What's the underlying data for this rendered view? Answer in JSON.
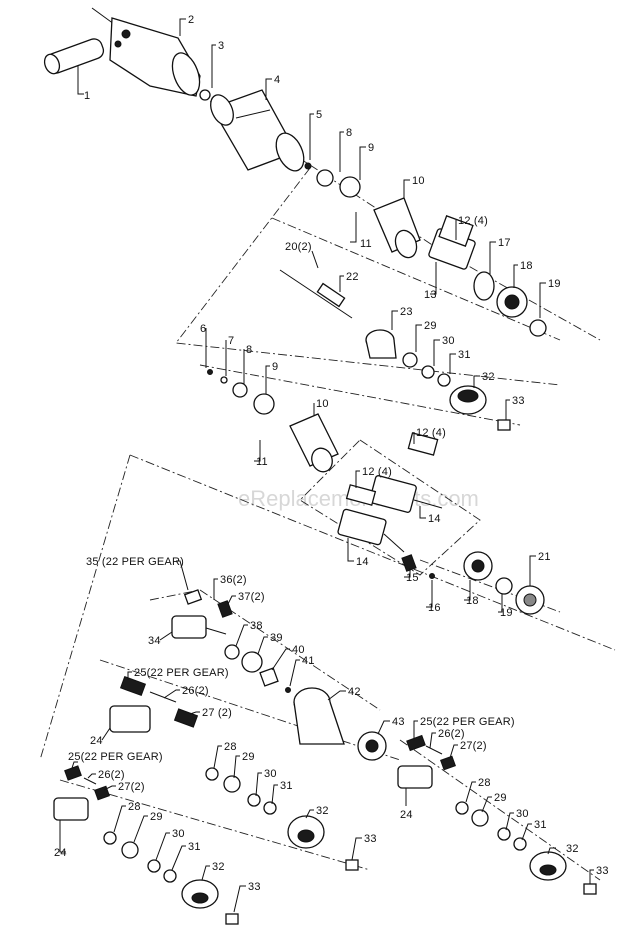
{
  "watermark": "eReplacementParts.com",
  "labels": {
    "p1": "1",
    "p2": "2",
    "p3": "3",
    "p4": "4",
    "p5": "5",
    "p8a": "8",
    "p9a": "9",
    "p10a": "10",
    "p11a": "11",
    "p12a": "12 (4)",
    "p13": "13",
    "p17": "17",
    "p18a": "18",
    "p19a": "19",
    "p20": "20(2)",
    "p22": "22",
    "p23": "23",
    "p29a": "29",
    "p30a": "30",
    "p31a": "31",
    "p32a": "32",
    "p33a": "33",
    "p6": "6",
    "p7": "7",
    "p8b": "8",
    "p9b": "9",
    "p10b": "10",
    "p11b": "11",
    "p12b": "12 (4)",
    "p12c": "12 (4)",
    "p14a": "14",
    "p14b": "14",
    "p15": "15",
    "p16": "16",
    "p18b": "18",
    "p19b": "19",
    "p21": "21",
    "p35": "35 (22 PER GEAR)",
    "p36": "36(2)",
    "p37": "37(2)",
    "p34": "34",
    "p38": "38",
    "p39": "39",
    "p40": "40",
    "p41": "41",
    "p42": "42",
    "p43": "43",
    "p25a": "25(22 PER GEAR)",
    "p26a": "26(2)",
    "p27a": "27 (2)",
    "p24a": "24",
    "p28a": "28",
    "p29b": "29",
    "p30b": "30",
    "p31b": "31",
    "p32b": "32",
    "p33b": "33",
    "p25b": "25(22 PER GEAR)",
    "p26b": "26(2)",
    "p27b": "27(2)",
    "p24b": "24",
    "p28b": "28",
    "p29c": "29",
    "p30c": "30",
    "p31c": "31",
    "p32c": "32",
    "p33c": "33",
    "p25c": "25(22 PER GEAR)",
    "p26c": "26(2)",
    "p27c": "27(2)",
    "p24c": "24",
    "p28c": "28",
    "p29d": "29",
    "p30d": "30",
    "p31d": "31",
    "p32d": "32",
    "p33d": "33"
  }
}
